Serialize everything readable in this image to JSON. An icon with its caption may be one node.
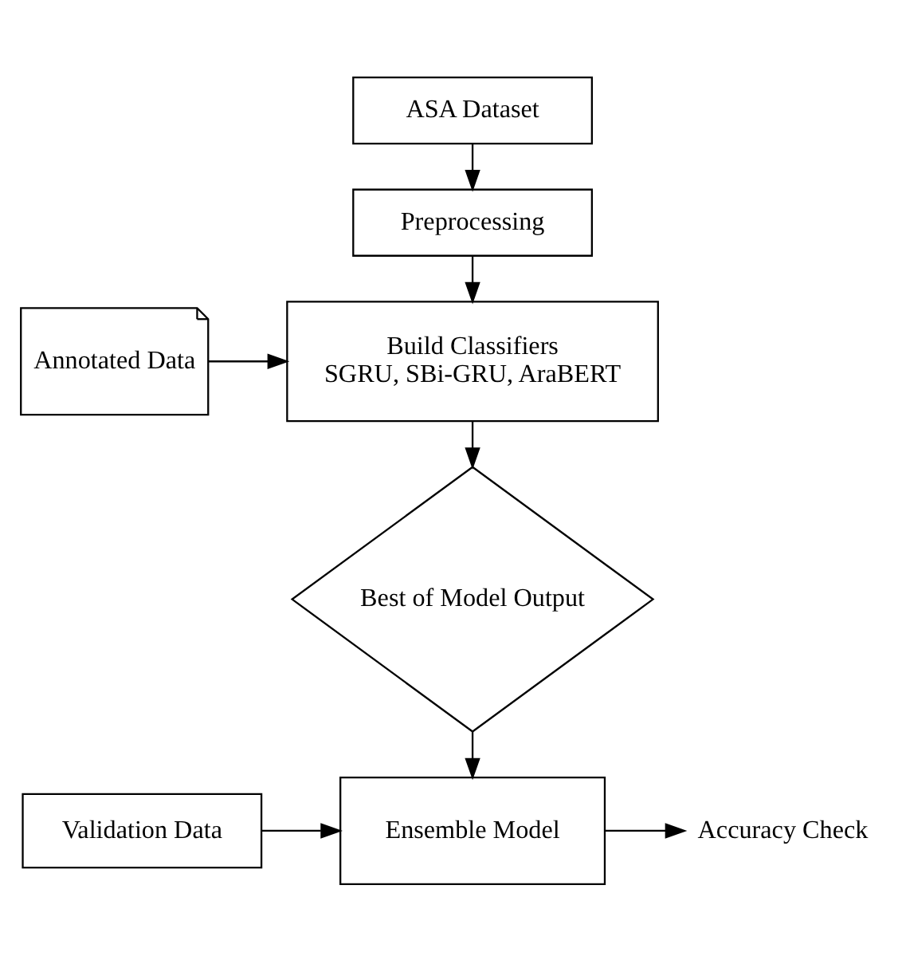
{
  "diagram": {
    "nodes": [
      {
        "text": [
          "ASA Dataset"
        ]
      },
      {
        "text": [
          "Preprocessing"
        ]
      },
      {
        "text": [
          "Build Classifiers",
          "SGRU, SBi-GRU, AraBERT"
        ]
      },
      {
        "text": [
          "Annotated Data"
        ]
      },
      {
        "text": [
          "Best of Model Output"
        ]
      },
      {
        "text": [
          "Ensemble Model"
        ]
      },
      {
        "text": [
          "Validation Data"
        ]
      },
      {
        "text": [
          "Accuracy Check"
        ]
      }
    ],
    "edges": [
      {
        "from": 0,
        "to": 1,
        "arrow": "to"
      },
      {
        "from": 1,
        "to": 2,
        "arrow": "to"
      },
      {
        "from": 3,
        "to": 2,
        "arrow": "to"
      },
      {
        "from": 2,
        "to": 4,
        "arrow": "to"
      },
      {
        "from": 4,
        "to": 5,
        "arrow": "to"
      },
      {
        "from": 6,
        "to": 5,
        "arrow": "to"
      },
      {
        "from": 5,
        "to": 7,
        "arrow": "to"
      }
    ]
  }
}
